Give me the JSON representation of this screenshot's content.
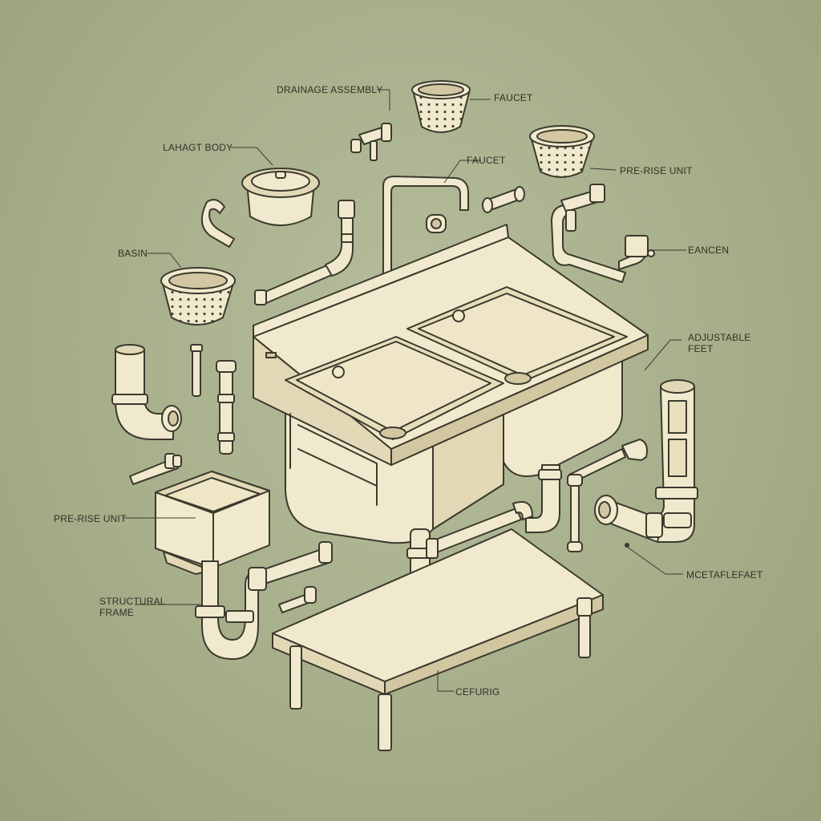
{
  "labels": {
    "drainage_assembly": "DRAINAGE ASSEMBLY",
    "faucet_top": "FAUCET",
    "lahagt_body": "LAHAGT BODY",
    "faucet_mid": "FAUCET",
    "pre_rise_unit_top": "PRE-RISE UNIT",
    "basin": "BASIN",
    "eancen": "EANCEN",
    "adjustable_feet": "ADJUSTABLE\nFEET",
    "pre_rise_unit_left": "PRE-RISE UNIT",
    "structural_frame": "STRUCTURAL\nFRAME",
    "mcetaflefaet": "MCETAFLEFAET",
    "cefurig": "CEFURIG"
  },
  "colors": {
    "background": "#a6ae8a",
    "part_fill": "#f1e9cd",
    "ink": "#3b3a2e"
  }
}
